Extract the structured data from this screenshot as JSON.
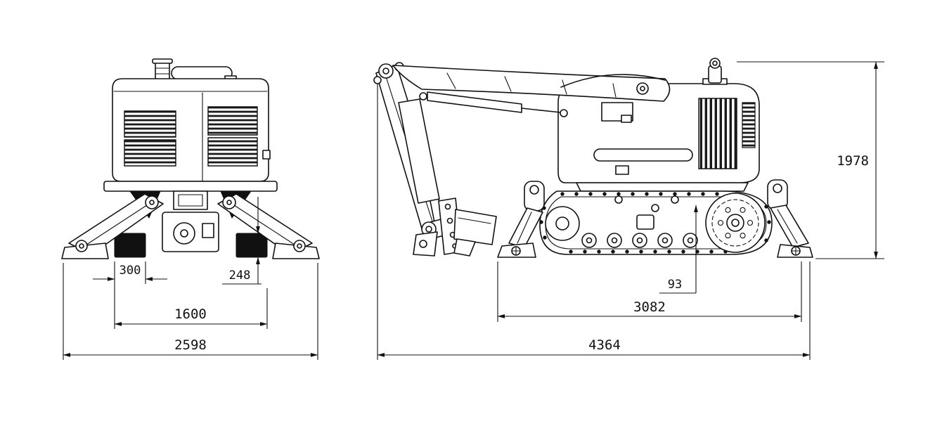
{
  "colors": {
    "line": "#111111",
    "background": "#ffffff"
  },
  "front_view": {
    "dimensions": {
      "d300": "300",
      "d248": "248",
      "d1600": "1600",
      "d2598": "2598"
    }
  },
  "side_view": {
    "dimensions": {
      "d93": "93",
      "d1978": "1978",
      "d3082": "3082",
      "d4364": "4364"
    }
  }
}
